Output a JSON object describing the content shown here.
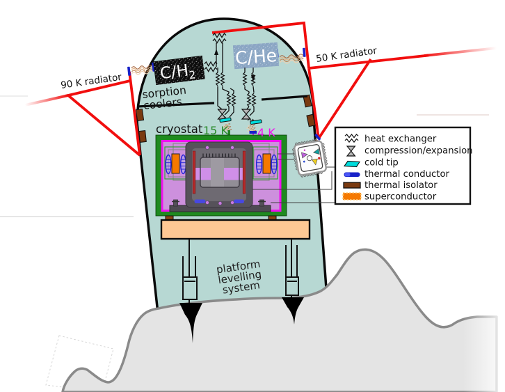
{
  "labels": {
    "radiator_90k": "90 K radiator",
    "radiator_50k": "50 K radiator",
    "sorption_line1": "sorption",
    "sorption_line2": "coolers",
    "cooler_h2_main": "C/H",
    "cooler_h2_sub": "2",
    "cooler_he": "C/He",
    "cryostat": "cryostat",
    "temp_15k": "15 K",
    "temp_4k": "4 K",
    "platform_line1": "platform",
    "platform_line2": "levelling",
    "platform_line3": "system"
  },
  "legend": {
    "items": [
      {
        "icon": "heat-exchanger-icon",
        "label": "heat exchanger"
      },
      {
        "icon": "compression-expansion-icon",
        "label": "compression/expansion"
      },
      {
        "icon": "cold-tip-icon",
        "label": "cold tip"
      },
      {
        "icon": "thermal-conductor-icon",
        "label": "thermal conductor"
      },
      {
        "icon": "thermal-isolator-icon",
        "label": "thermal isolator"
      },
      {
        "icon": "superconductor-icon",
        "label": "superconductor"
      }
    ]
  },
  "colors": {
    "shell": "#b7d8d3",
    "terrain": "#e4e4e4",
    "radiator_red": "#f10e0e",
    "cryostat_green": "#1f8a1f",
    "violet": "#cd90dd",
    "magenta": "#f010f0",
    "cold_tip_cyan": "#00dddd",
    "thermal_conductor_blue": "#1822c8",
    "thermal_isolator_brown": "#7a3a10",
    "superconductor_orange": "#f57900",
    "platform_peach": "#fdc894",
    "temp_15k_green": "#2a8a2a",
    "temp_4k_magenta": "#f010f0"
  }
}
